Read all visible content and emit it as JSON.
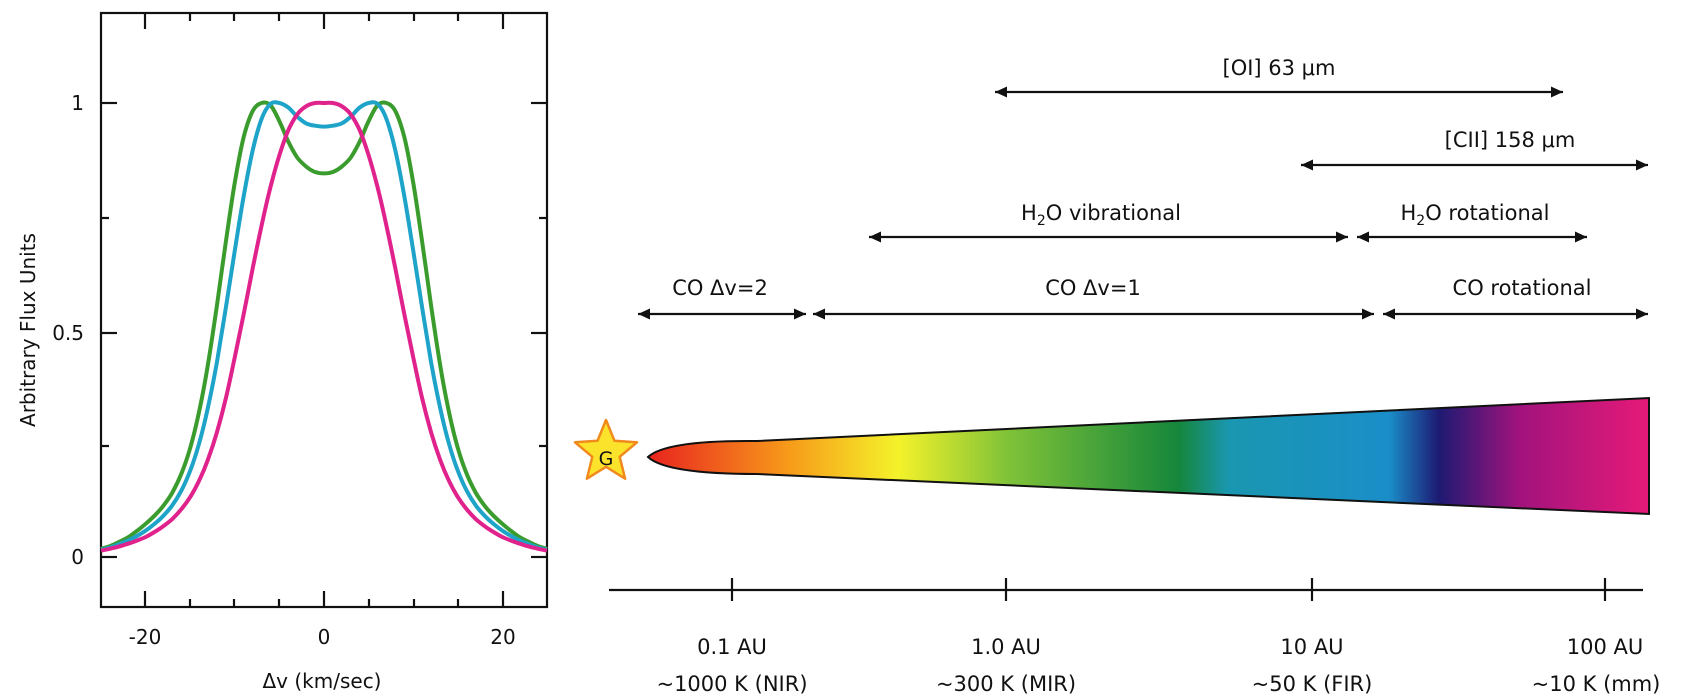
{
  "spectrum_plot": {
    "ylabel": "Arbitrary Flux Units",
    "xlabel": "Δv (km/sec)",
    "x_ticks": [
      "-20",
      "0",
      "20"
    ],
    "y_ticks": [
      "0",
      "0.5",
      "1"
    ]
  },
  "disk_diagram": {
    "star_label": "G",
    "distances": [
      {
        "au": "0.1 AU",
        "temp": "~1000 K (NIR)"
      },
      {
        "au": "1.0 AU",
        "temp": "~300 K (MIR)"
      },
      {
        "au": "10 AU",
        "temp": "~50 K (FIR)"
      },
      {
        "au": "100 AU",
        "temp": "~10 K (mm)"
      }
    ],
    "ranges": [
      {
        "label": "[OI] 63 μm"
      },
      {
        "label": "[CII] 158 μm"
      },
      {
        "label_prefix": "H",
        "label_sub": "2",
        "label_suffix": "O vibrational"
      },
      {
        "label_prefix": "H",
        "label_sub": "2",
        "label_suffix": "O rotational"
      },
      {
        "label": "CO Δv=2"
      },
      {
        "label": "CO Δv=1"
      },
      {
        "label": "CO rotational"
      }
    ]
  },
  "chart_data": {
    "type": "line",
    "x": [
      -25,
      -24,
      -23,
      -22,
      -21,
      -20,
      -19,
      -18,
      -17,
      -16,
      -15,
      -14,
      -13,
      -12,
      -11,
      -10,
      -9,
      -8,
      -7,
      -6,
      -5,
      -4,
      -3,
      -2,
      -1,
      0,
      1,
      2,
      3,
      4,
      5,
      6,
      7,
      8,
      9,
      10,
      11,
      12,
      13,
      14,
      15,
      16,
      17,
      18,
      19,
      20,
      21,
      22,
      23,
      24,
      25
    ],
    "xlim": [
      -25,
      25
    ],
    "ylim": [
      -0.1,
      1.2
    ],
    "xlabel": "Δv (km/sec)",
    "ylabel": "Arbitrary Flux Units",
    "series": [
      {
        "color": "#3b9c2e",
        "values": [
          0.018,
          0.024,
          0.033,
          0.043,
          0.057,
          0.073,
          0.091,
          0.113,
          0.142,
          0.183,
          0.24,
          0.32,
          0.425,
          0.555,
          0.695,
          0.825,
          0.925,
          0.982,
          1.0,
          0.995,
          0.96,
          0.915,
          0.88,
          0.86,
          0.848,
          0.845,
          0.848,
          0.86,
          0.88,
          0.915,
          0.96,
          0.995,
          1.0,
          0.982,
          0.925,
          0.825,
          0.695,
          0.555,
          0.425,
          0.32,
          0.24,
          0.183,
          0.142,
          0.113,
          0.091,
          0.073,
          0.057,
          0.043,
          0.033,
          0.024,
          0.018
        ]
      },
      {
        "color": "#1ea3c9",
        "values": [
          0.016,
          0.021,
          0.028,
          0.036,
          0.046,
          0.058,
          0.073,
          0.091,
          0.114,
          0.146,
          0.19,
          0.25,
          0.33,
          0.43,
          0.55,
          0.675,
          0.795,
          0.895,
          0.965,
          0.998,
          1.0,
          0.99,
          0.97,
          0.955,
          0.95,
          0.948,
          0.95,
          0.955,
          0.97,
          0.99,
          1.0,
          0.998,
          0.965,
          0.895,
          0.795,
          0.675,
          0.55,
          0.43,
          0.33,
          0.25,
          0.19,
          0.146,
          0.114,
          0.091,
          0.073,
          0.058,
          0.046,
          0.036,
          0.028,
          0.021,
          0.016
        ]
      },
      {
        "color": "#e0238c",
        "values": [
          0.014,
          0.018,
          0.023,
          0.029,
          0.036,
          0.044,
          0.055,
          0.068,
          0.084,
          0.105,
          0.132,
          0.168,
          0.215,
          0.275,
          0.35,
          0.44,
          0.535,
          0.635,
          0.73,
          0.815,
          0.885,
          0.94,
          0.975,
          0.993,
          1.0,
          1.0,
          1.0,
          0.993,
          0.975,
          0.94,
          0.885,
          0.815,
          0.73,
          0.635,
          0.535,
          0.44,
          0.35,
          0.275,
          0.215,
          0.168,
          0.132,
          0.105,
          0.084,
          0.068,
          0.055,
          0.044,
          0.036,
          0.029,
          0.023,
          0.018,
          0.014
        ]
      }
    ]
  }
}
